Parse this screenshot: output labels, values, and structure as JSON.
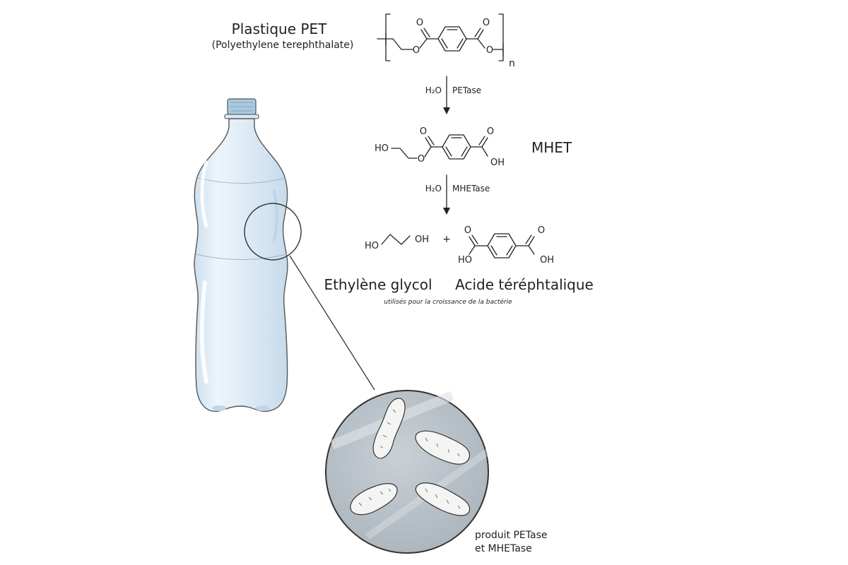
{
  "pet_title": "Plastique PET",
  "pet_subtitle": "(Polyethylene terephthalate)",
  "polymer_subscript": "n",
  "step1": {
    "reagent": "H₂O",
    "enzyme": "PETase"
  },
  "mhet_label": "MHET",
  "step2": {
    "reagent": "H₂O",
    "enzyme": "MHETase"
  },
  "plus_sign": "+",
  "atoms": {
    "O": "O",
    "HO": "HO",
    "OH": "OH"
  },
  "product1_label": "Ethylène glycol",
  "product2_label": "Acide téréphtalique",
  "products_note": "utilisés pour la croissance de la bactérie",
  "bacteria_note_line1": "produit PETase",
  "bacteria_note_line2": "et MHETase",
  "colors": {
    "bottle_fill": "#e3eef7",
    "bottle_cap": "#a9c9de",
    "circle_fill": "#b7bfc6",
    "bacteria": "#f4f4f2"
  }
}
